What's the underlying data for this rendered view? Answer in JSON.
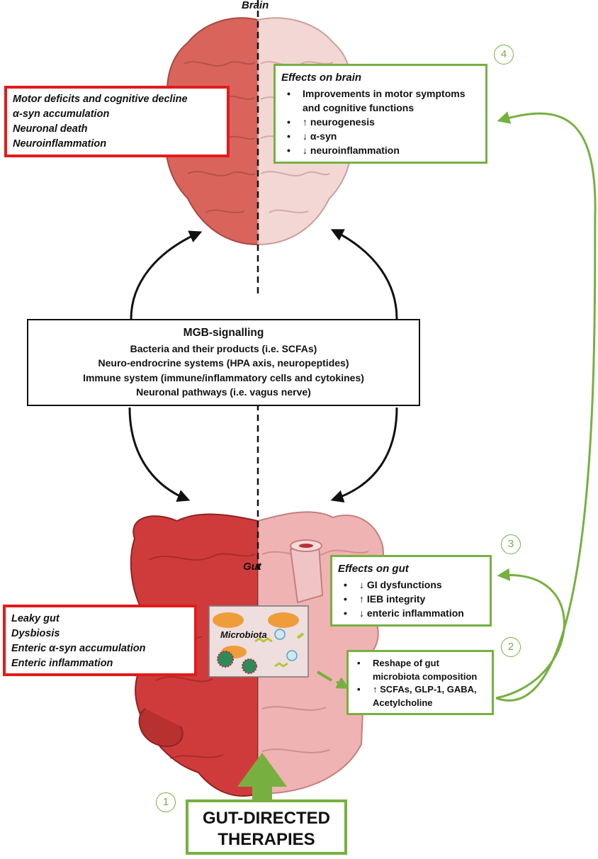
{
  "brain": {
    "label": "Brain",
    "deficits": [
      "Motor deficits and cognitive decline",
      "α-syn accumulation",
      "Neuronal death",
      "Neuroinflammation"
    ],
    "effects_title": "Effects on brain",
    "effects": [
      "Improvements in motor symptoms and cognitive functions",
      "↑ neurogenesis",
      "↓ α-syn",
      "↓ neuroinflammation"
    ],
    "step": "4"
  },
  "mgb": {
    "title": "MGB-signalling",
    "lines": [
      "Bacteria and their products (i.e. SCFAs)",
      "Neuro-endrocrine systems (HPA axis, neuropeptides)",
      "Immune system (immune/inflammatory cells and cytokines)",
      "Neuronal pathways (i.e. vagus nerve)"
    ]
  },
  "gut": {
    "label": "Gut",
    "microbiota_label": "Microbiota",
    "deficits": [
      "Leaky gut",
      "Dysbiosis",
      "Enteric α-syn accumulation",
      "Enteric inflammation"
    ],
    "effects_title": "Effects on gut",
    "effects": [
      "↓ GI dysfunctions",
      "↑ IEB integrity",
      "↓ enteric inflammation"
    ],
    "effects_step": "3",
    "reshape": [
      "Reshape of gut microbiota composition",
      "↑ SCFAs, GLP-1, GABA, Acetylcholine"
    ],
    "reshape_step": "2"
  },
  "therapy": {
    "step": "1",
    "line1": "GUT-DIRECTED",
    "line2": "THERAPIES"
  },
  "colors": {
    "red_border": "#e31b1b",
    "green": "#77b041",
    "brain_dark": "#d9645c",
    "brain_light": "#f3d7d5",
    "gut_dark": "#cf3b3b",
    "gut_light": "#efb3b3"
  }
}
